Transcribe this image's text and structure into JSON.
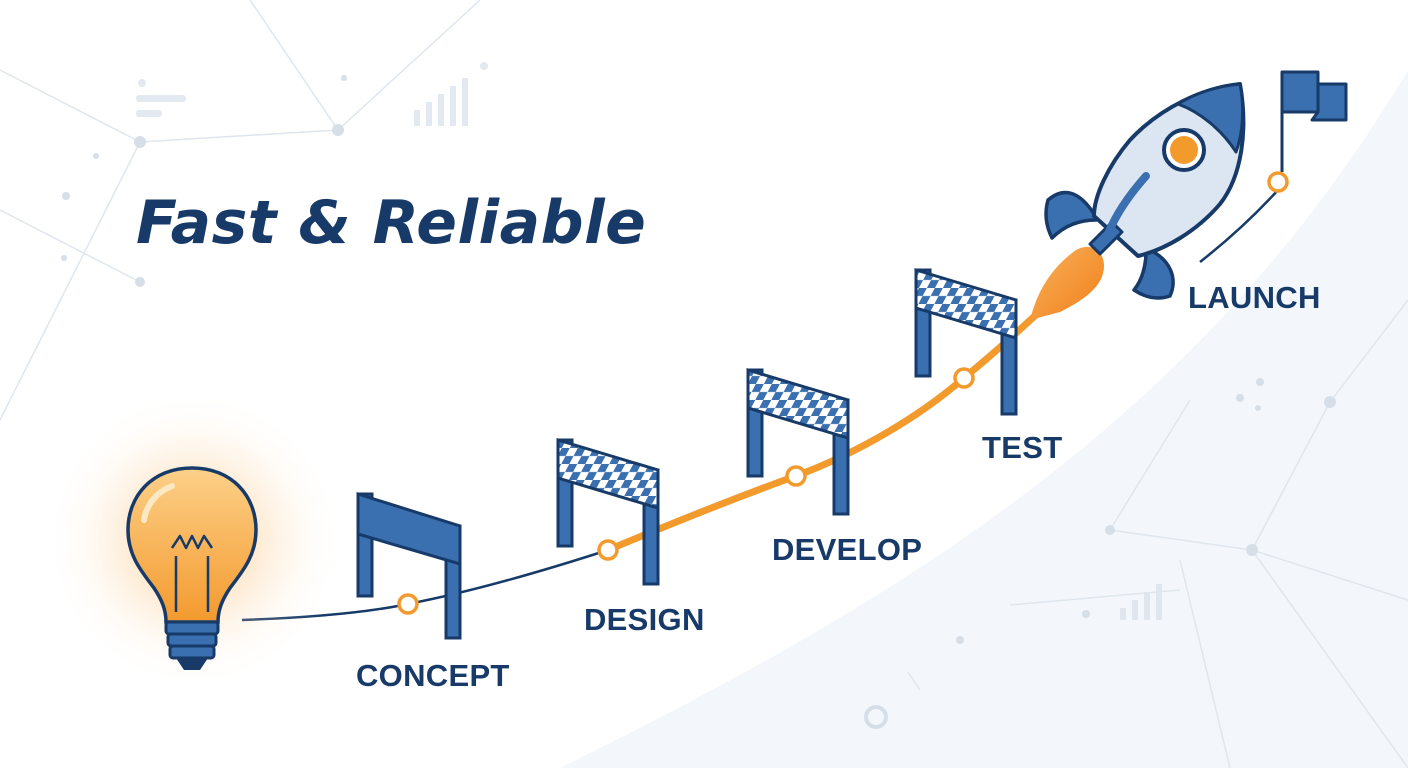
{
  "headline": "Fast & Reliable",
  "stages": [
    {
      "id": "concept",
      "label": "CONCEPT"
    },
    {
      "id": "design",
      "label": "DESIGN"
    },
    {
      "id": "develop",
      "label": "DEVELOP"
    },
    {
      "id": "test",
      "label": "TEST"
    },
    {
      "id": "launch",
      "label": "LAUNCH"
    }
  ],
  "colors": {
    "navy": "#173a68",
    "blue": "#3a6fb0",
    "orange": "#f39a2d",
    "light_background": "#f3f7fb"
  },
  "icons": [
    "light-bulb-icon",
    "hurdle-icon",
    "rocket-icon",
    "flag-icon",
    "bar-chart-icon"
  ]
}
